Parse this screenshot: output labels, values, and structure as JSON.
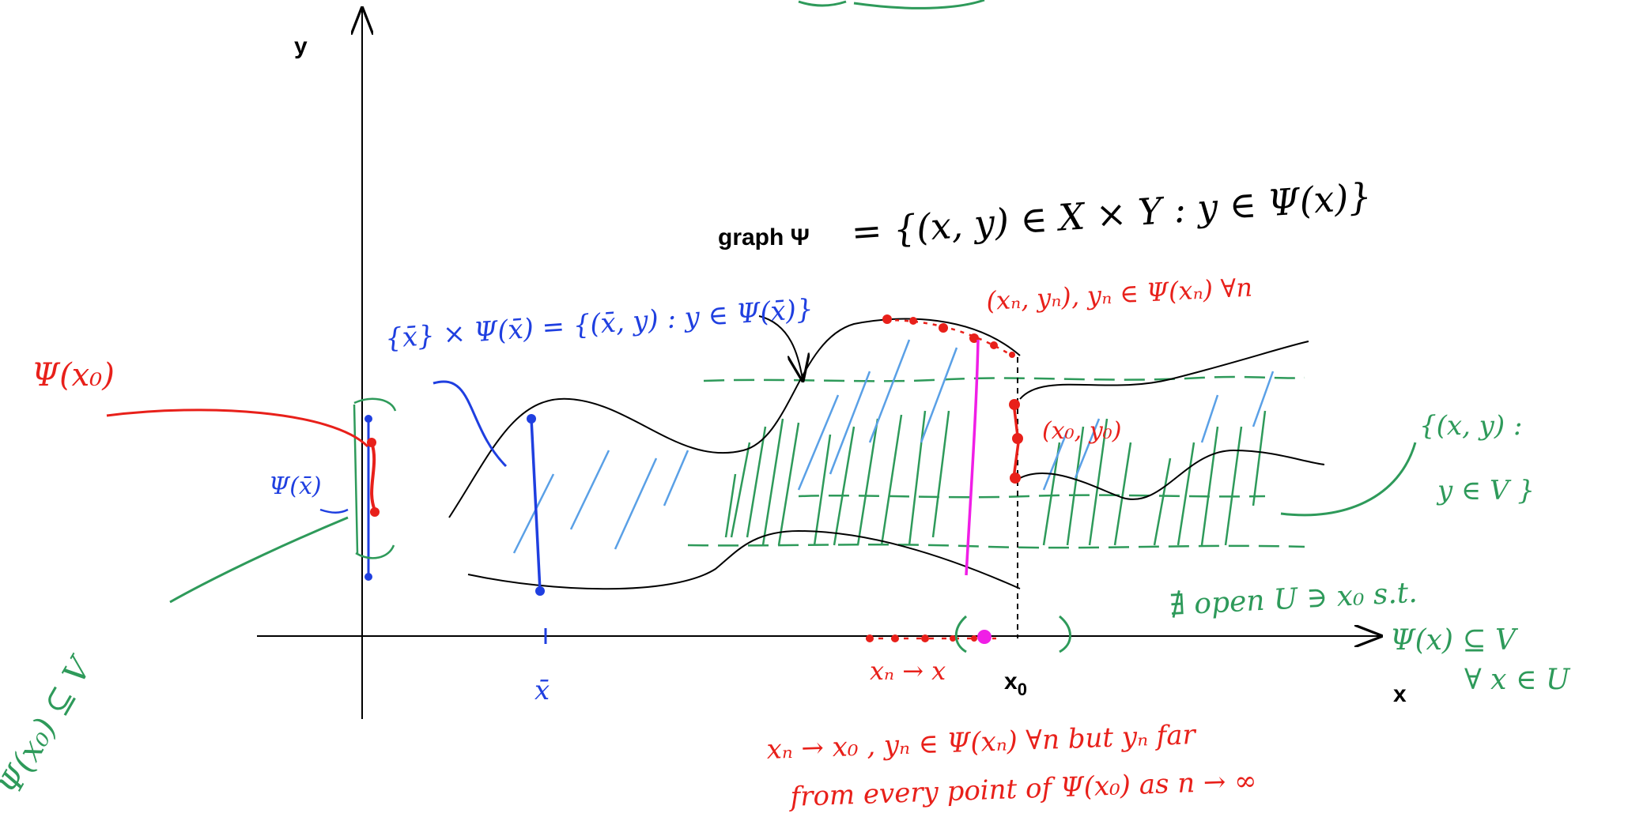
{
  "axes": {
    "x_label": "x",
    "y_label": "y"
  },
  "typed_labels": {
    "graph_label": "graph Ψ",
    "x0_label": "x",
    "x0_subscript": "0"
  },
  "handwritten": {
    "graph_definition": "= {(x, y) ∈ X × Y : y ∈ Ψ(x)}",
    "fiber_definition": "{x̄} × Ψ(x̄) = {(x̄, y) : y ∈ Ψ(x̄)}",
    "sequence_points": "(xₙ, yₙ), yₙ ∈ Ψ(xₙ) ∀n",
    "limit_point": "(x₀, y₀)",
    "psi_x0": "Ψ(x₀)",
    "psi_xbar": "Ψ(x̄)",
    "psi_x0_subset_v": "Ψ(x₀) ⊆ V",
    "open_set_v_line1": "{(x, y) :",
    "open_set_v_line2": "y ∈ V }",
    "claim_line1": "∄ open U ∋ x₀ s.t.",
    "claim_line2": "Ψ(x) ⊆ V",
    "claim_line3": "∀ x ∈ U",
    "xbar_tick": "x̄",
    "convergence": "xₙ → x",
    "explanation_line1": "xₙ → x₀ , yₙ ∈ Ψ(xₙ) ∀n but yₙ far",
    "explanation_line2": "from every point of Ψ(x₀) as n → ∞"
  },
  "colors": {
    "axis": "#000000",
    "curves": "#000000",
    "red": "#e8201a",
    "blue": "#1f3fe0",
    "green": "#2e9a5a",
    "magenta": "#f01ee6",
    "hatch_blue": "#5aa0e6"
  }
}
